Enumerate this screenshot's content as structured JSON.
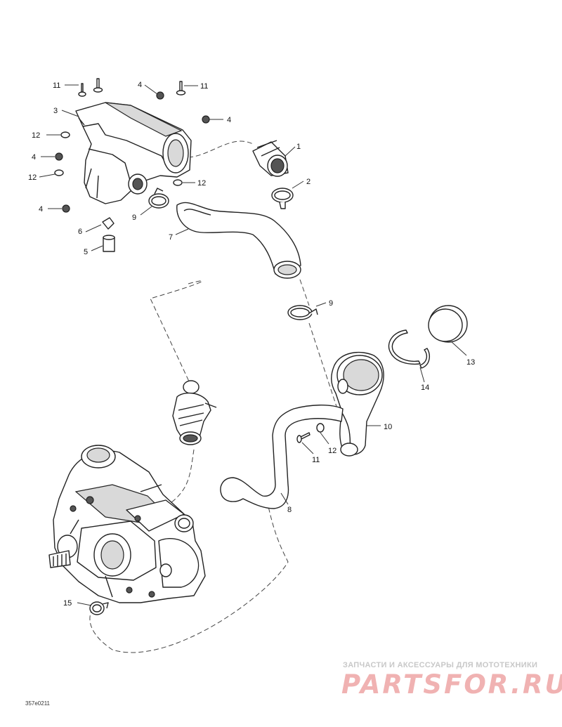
{
  "callouts": {
    "c1": "1",
    "c2": "2",
    "c3": "3",
    "c4a": "4",
    "c4b": "4",
    "c4c": "4",
    "c4d": "4",
    "c5": "5",
    "c6": "6",
    "c7": "7",
    "c8": "8",
    "c9a": "9",
    "c9b": "9",
    "c10": "10",
    "c11a": "11",
    "c11b": "11",
    "c11c": "11",
    "c12a": "12",
    "c12b": "12",
    "c12c": "12",
    "c12d": "12",
    "c13": "13",
    "c14": "14",
    "c15": "15"
  },
  "reference_code": "357e0211",
  "watermark": {
    "tagline": "ЗАПЧАСТИ И АКСЕССУАРЫ ДЛЯ МОТОТЕХНИКИ",
    "logo": "PARTSFOR.RU"
  },
  "colors": {
    "line": "#222222",
    "watermark_logo": "#f0b2b2",
    "watermark_text": "#c8c8c8"
  }
}
